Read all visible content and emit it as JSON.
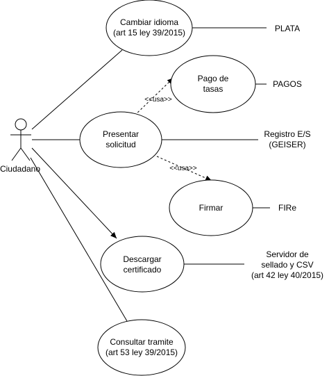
{
  "actor": {
    "label": "Ciudadano"
  },
  "use_cases": {
    "cambiar_idioma": [
      "Cambiar idioma",
      "(art 15 ley 39/2015)"
    ],
    "presentar_solicitud": [
      "Presentar",
      "solicitud"
    ],
    "pago_tasas": [
      "Pago de",
      "tasas"
    ],
    "firmar": [
      "Firmar"
    ],
    "descargar_certificado": [
      "Descargar",
      "certificado"
    ],
    "consultar_tramite": [
      "Consultar tramite",
      "(art 53 ley 39/2015)"
    ]
  },
  "systems": {
    "plata": [
      "PLATA"
    ],
    "pagos": [
      "PAGOS"
    ],
    "registro": [
      "Registro E/S",
      "(GEISER)"
    ],
    "fire": [
      "FIRe"
    ],
    "servidor": [
      "Servidor de",
      "sellado y CSV",
      "(art 42 ley 40/2015)"
    ]
  },
  "relations": {
    "usa_pago": "<<usa>>",
    "usa_firmar": "<<usa>>"
  }
}
